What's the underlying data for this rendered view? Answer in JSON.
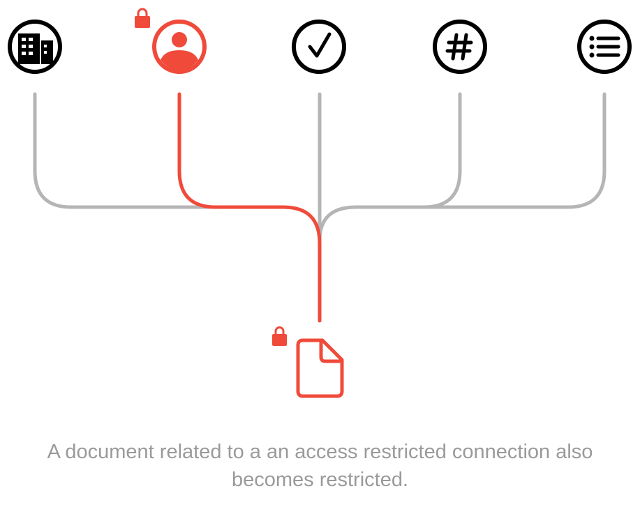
{
  "colors": {
    "restricted": "#f04a3a",
    "neutral_line": "#b5b5b5",
    "icon_stroke": "#000000",
    "caption_text": "#9a9a9a"
  },
  "nodes": [
    {
      "id": "company",
      "icon": "building-icon",
      "restricted": false
    },
    {
      "id": "person",
      "icon": "person-icon",
      "restricted": true
    },
    {
      "id": "task",
      "icon": "checkmark-icon",
      "restricted": false
    },
    {
      "id": "tag",
      "icon": "hashtag-icon",
      "restricted": false
    },
    {
      "id": "list",
      "icon": "list-icon",
      "restricted": false
    }
  ],
  "document": {
    "icon": "document-icon",
    "restricted": true
  },
  "caption": {
    "line1": "A document related to a an access restricted connection also",
    "line2": "becomes restricted."
  }
}
